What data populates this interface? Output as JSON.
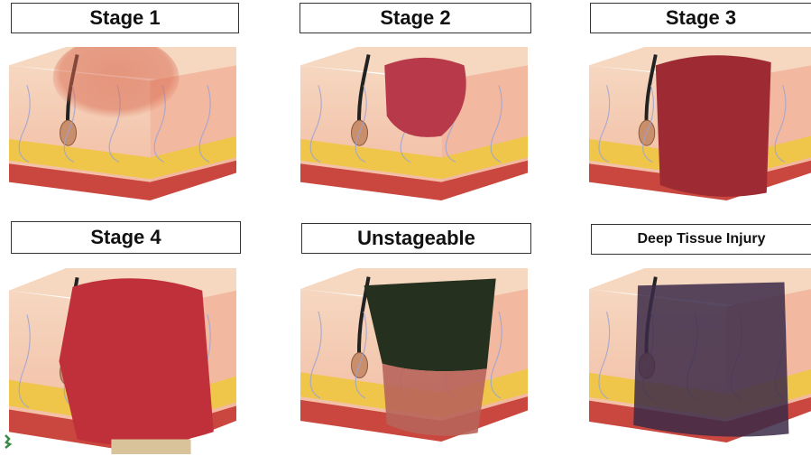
{
  "panels": [
    {
      "label": "Stage 1",
      "wound": "redness",
      "wound_color": "#d9694f"
    },
    {
      "label": "Stage 2",
      "wound": "shallow-open",
      "wound_color": "#b8394a"
    },
    {
      "label": "Stage 3",
      "wound": "full-thickness",
      "wound_color": "#9e2b33"
    },
    {
      "label": "Stage 4",
      "wound": "deep-exposed",
      "wound_color": "#c0303a"
    },
    {
      "label": "Unstageable",
      "wound": "eschar",
      "wound_color": "#26301f"
    },
    {
      "label": "Deep Tissue Injury",
      "wound": "purple-discoloration",
      "wound_color": "#3b2a48"
    }
  ],
  "colors": {
    "skin_top": "#f6d7c0",
    "dermis": "#f2b9a0",
    "fat": "#efc64a",
    "muscle": "#c9473f"
  }
}
